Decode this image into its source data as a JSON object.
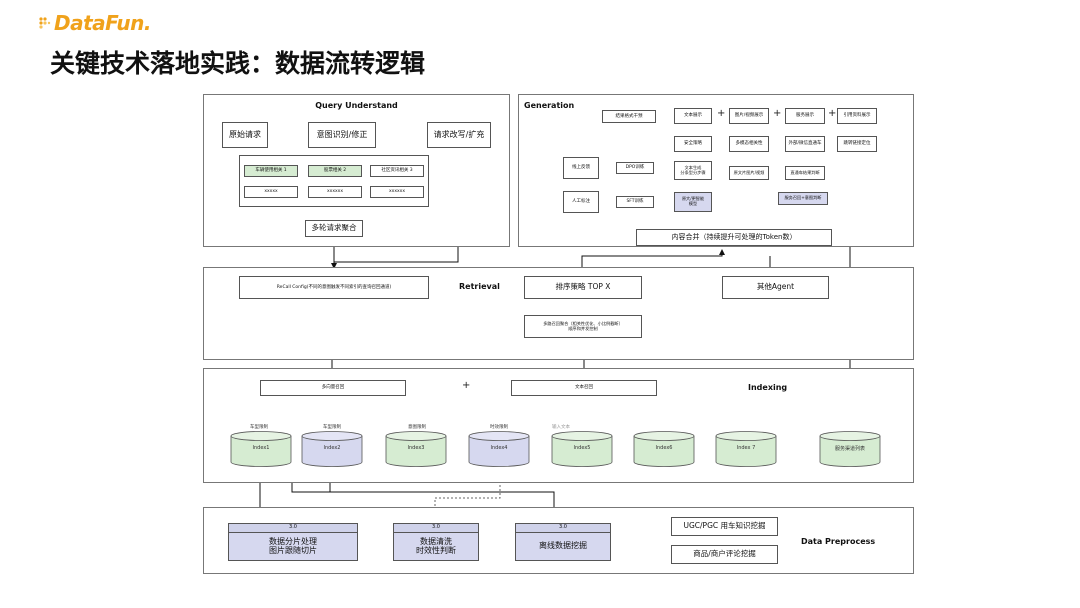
{
  "logo": {
    "text": "DataFun."
  },
  "title": "关键技术落地实践：数据流转逻辑",
  "query": {
    "title": "Query Understand",
    "raw_request": "原始请求",
    "intent": "意图识别/修正",
    "rewrite": "请求改写/扩充",
    "tags": [
      "车辆使用相关 1",
      "股票相关 2",
      "社区资讯相关 3"
    ],
    "placeholders": [
      "xxxxx",
      "xxxxxx",
      "xxxxxx"
    ],
    "multi_turn": "多轮请求聚合"
  },
  "generation": {
    "title": "Generation",
    "result_format": "结果格式干预",
    "text_show": "文本展示",
    "image_video": "图片/视频展示",
    "service_show": "服务展示",
    "citation": "引用资料展示",
    "safety": "安全策略",
    "multi_relevance": "多模态相关性",
    "external_service": "外部/微信直通车",
    "link_specify": "跳转链接定位",
    "online_feedback": "线上反馈",
    "dpo": "DPO训练",
    "text_gen": "文本生成\n分条型分步骤",
    "image_extract": "原文片图片/视频",
    "direct_judge": "直通车结果判断",
    "manual": "人工标注",
    "sft": "SFT训练",
    "llm": "原大/更智能\n模型",
    "service_recall": "服务召回+意图判断",
    "merge": "内容合并（持续提升可处理的Token数）"
  },
  "retrieval": {
    "title": "Retrieval",
    "recall_config": "ReCall Config(不同的意图触发不同索引的查询召回通道)",
    "rank": "排序策略 TOP X",
    "other_agent": "其他Agent",
    "merge_opt": "多路召回聚合（相关性优化、小比例截断）\n顺序和并发控制"
  },
  "indexing": {
    "title": "Indexing",
    "vector_recall": "多向量召回",
    "text_recall": "文本召回",
    "caps": [
      "车型限制",
      "车型限制",
      "意图限制",
      "时效限制",
      "输入文本"
    ],
    "indexes": [
      "Index1",
      "Index2",
      "Index3",
      "Index4",
      "Index5",
      "Index6",
      "Index 7",
      "服务渠道列表"
    ]
  },
  "preprocess": {
    "title": "Data Preprocess",
    "version": "3.0",
    "shard": "数据分片处理\n图片跟随切片",
    "clean": "数据清洗\n时效性判断",
    "offline_mining": "离线数据挖掘",
    "ugc": "UGC/PGC 用车知识挖掘",
    "review": "商品/商户评论挖掘"
  },
  "colors": {
    "green_fill": "#d6ecd2",
    "lavender_fill": "#d6d8ef",
    "accent_green": "#35a845"
  }
}
